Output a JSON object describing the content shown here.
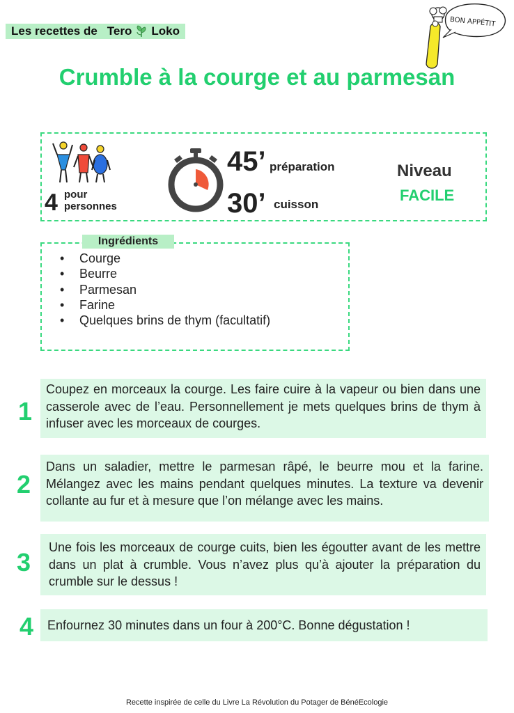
{
  "brand": {
    "prefix": "Les recettes de",
    "name_part1": "Tero",
    "name_part2": "Loko"
  },
  "badge": {
    "text": "BON APPÉTIT"
  },
  "title": "Crumble à la courge et au parmesan",
  "info": {
    "persons_number": "4",
    "persons_pour": "pour",
    "persons_label": "personnes",
    "prep_time": "45’",
    "prep_label": "préparation",
    "cook_time": "30’",
    "cook_label": "cuisson",
    "level_label": "Niveau",
    "level_value": "FACILE"
  },
  "ingredients": {
    "title": "Ingrédients",
    "items": [
      "Courge",
      "Beurre",
      "Parmesan",
      "Farine",
      "Quelques brins de thym (facultatif)"
    ]
  },
  "steps": [
    {
      "number": "1",
      "text": "Coupez en morceaux la courge. Les faire cuire à la vapeur ou bien dans une casserole avec de l’eau. Personnellement je mets quelques brins de thym à infuser avec les morceaux de courges."
    },
    {
      "number": "2",
      "text": "Dans un saladier, mettre le parmesan râpé, le beurre mou et la farine. Mélangez avec les mains pendant quelques minutes. La texture va devenir collante au fur et à mesure que l’on mélange avec les mains."
    },
    {
      "number": "3",
      "text": "Une fois les morceaux de courge cuits, bien les égoutter avant de les mettre dans un plat à crumble. Vous n’avez plus qu’à ajouter la préparation du crumble sur le dessus !"
    },
    {
      "number": "4",
      "text": "Enfournez 30 minutes dans un four à 200°C. Bonne dégustation !"
    }
  ],
  "footer": "Recette inspirée de celle du Livre La Révolution du Potager de BénéEcologie"
}
